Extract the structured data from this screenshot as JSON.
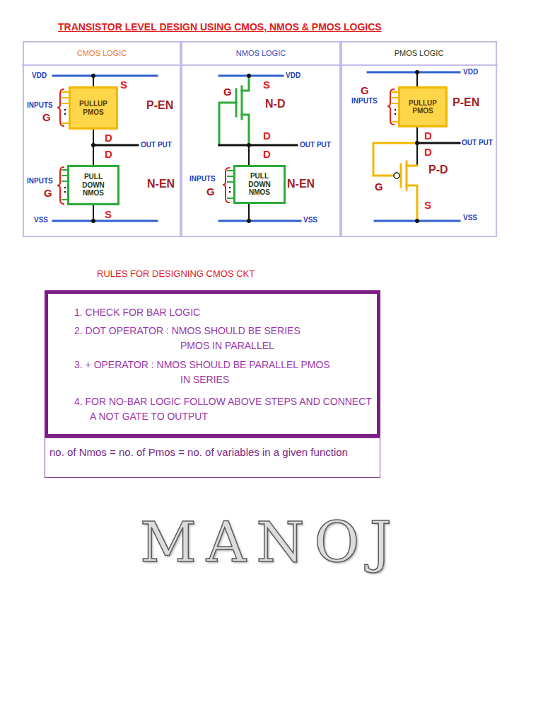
{
  "diagram": {
    "title": "TRANSISTOR LEVEL DESIGN USING CMOS, NMOS & PMOS LOGICS",
    "nodes": [
      {
        "text": [
          "CMOS LOGIC"
        ]
      },
      {
        "text": [
          "PULLUP PMOS"
        ],
        "in": 0
      },
      {
        "text": [
          "PULL DOWN NMOS"
        ],
        "in": 0
      },
      {
        "text": [
          "NMOS LOGIC"
        ]
      },
      {
        "text": [
          "PULL DOWN NMOS"
        ],
        "in": 3
      },
      {
        "text": [
          "PMOS LOGIC"
        ]
      },
      {
        "text": [
          "PULLUP PMOS"
        ],
        "in": 5
      },
      {
        "text": [
          "1. CHECK FOR BAR LOGIC",
          "2. DOT OPERATOR : NMOS SHOULD BE SERIES PMOS IN PARALLEL",
          "3. + OPERATOR : NMOS SHOULD BE PARALLEL PMOS IN SERIES",
          "4. FOR NO-BAR LOGIC FOLLOW ABOVE STEPS AND CONNECT A NOT GATE TO OUTPUT"
        ]
      },
      {
        "text": [
          "no. of Nmos = no. of Pmos = no. of variables in a given function"
        ]
      }
    ],
    "edges": [
      {
        "from": 1,
        "to": 2,
        "arrow": "none"
      }
    ],
    "labels": [
      "VDD",
      "S",
      "INPUTS",
      "G",
      "P-EN",
      "D",
      "OUT PUT",
      "D",
      "INPUTS",
      "G",
      "N-EN",
      "S",
      "VSS",
      "VDD",
      "S",
      "G",
      "N-D",
      "D",
      "OUT PUT",
      "D",
      "INPUTS",
      "G",
      "N-EN",
      "VSS",
      "VDD",
      "G",
      "INPUTS",
      "P-EN",
      "D",
      "OUT PUT",
      "D",
      "P-D",
      "G",
      "S",
      "VSS",
      "RULES FOR DESIGNING CMOS CKT",
      "MANOJ"
    ]
  }
}
